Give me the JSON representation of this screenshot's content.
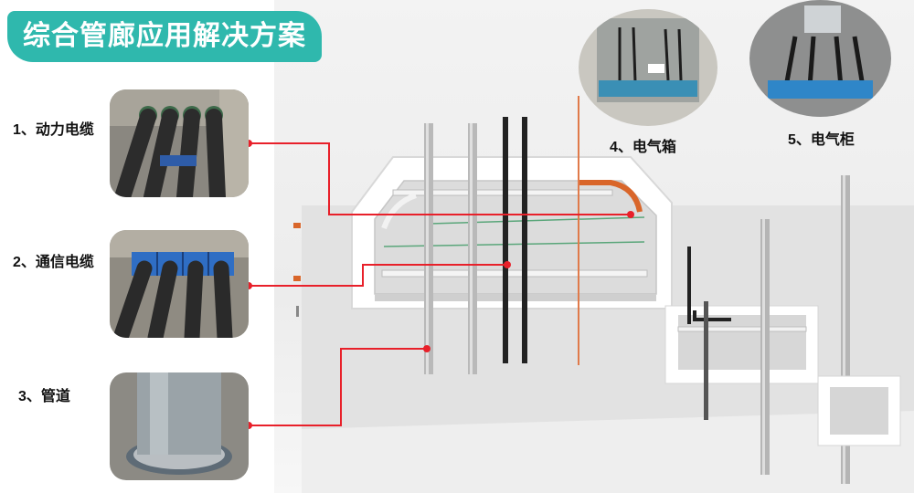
{
  "title": "综合管廊应用解决方案",
  "items": [
    {
      "label": "1、动力电缆"
    },
    {
      "label": "2、通信电缆"
    },
    {
      "label": "3、管道"
    },
    {
      "label": "4、电气箱"
    },
    {
      "label": "5、电气柜"
    }
  ],
  "colors": {
    "accent": "#2fb8ad",
    "connector": "#e8202a",
    "cable_tray_orange": "#d9662a"
  }
}
